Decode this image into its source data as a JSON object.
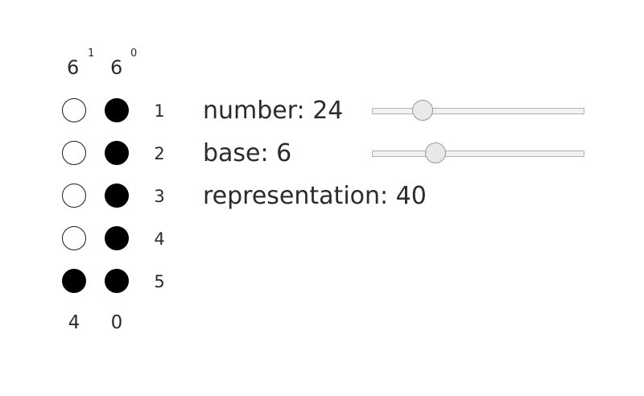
{
  "columns": [
    {
      "base": "6",
      "exponent": "1",
      "digit": "4"
    },
    {
      "base": "6",
      "exponent": "0",
      "digit": "0"
    }
  ],
  "rows": [
    {
      "label": "1",
      "dots": [
        "open",
        "filled"
      ]
    },
    {
      "label": "2",
      "dots": [
        "open",
        "filled"
      ]
    },
    {
      "label": "3",
      "dots": [
        "open",
        "filled"
      ]
    },
    {
      "label": "4",
      "dots": [
        "open",
        "filled"
      ]
    },
    {
      "label": "5",
      "dots": [
        "filled",
        "filled"
      ]
    }
  ],
  "controls": {
    "number_text": "number: 24",
    "base_text": "base: 6",
    "representation_text": "representation: 40"
  },
  "sliders": {
    "number": {
      "fraction": 0.24
    },
    "base": {
      "fraction": 0.3
    }
  }
}
